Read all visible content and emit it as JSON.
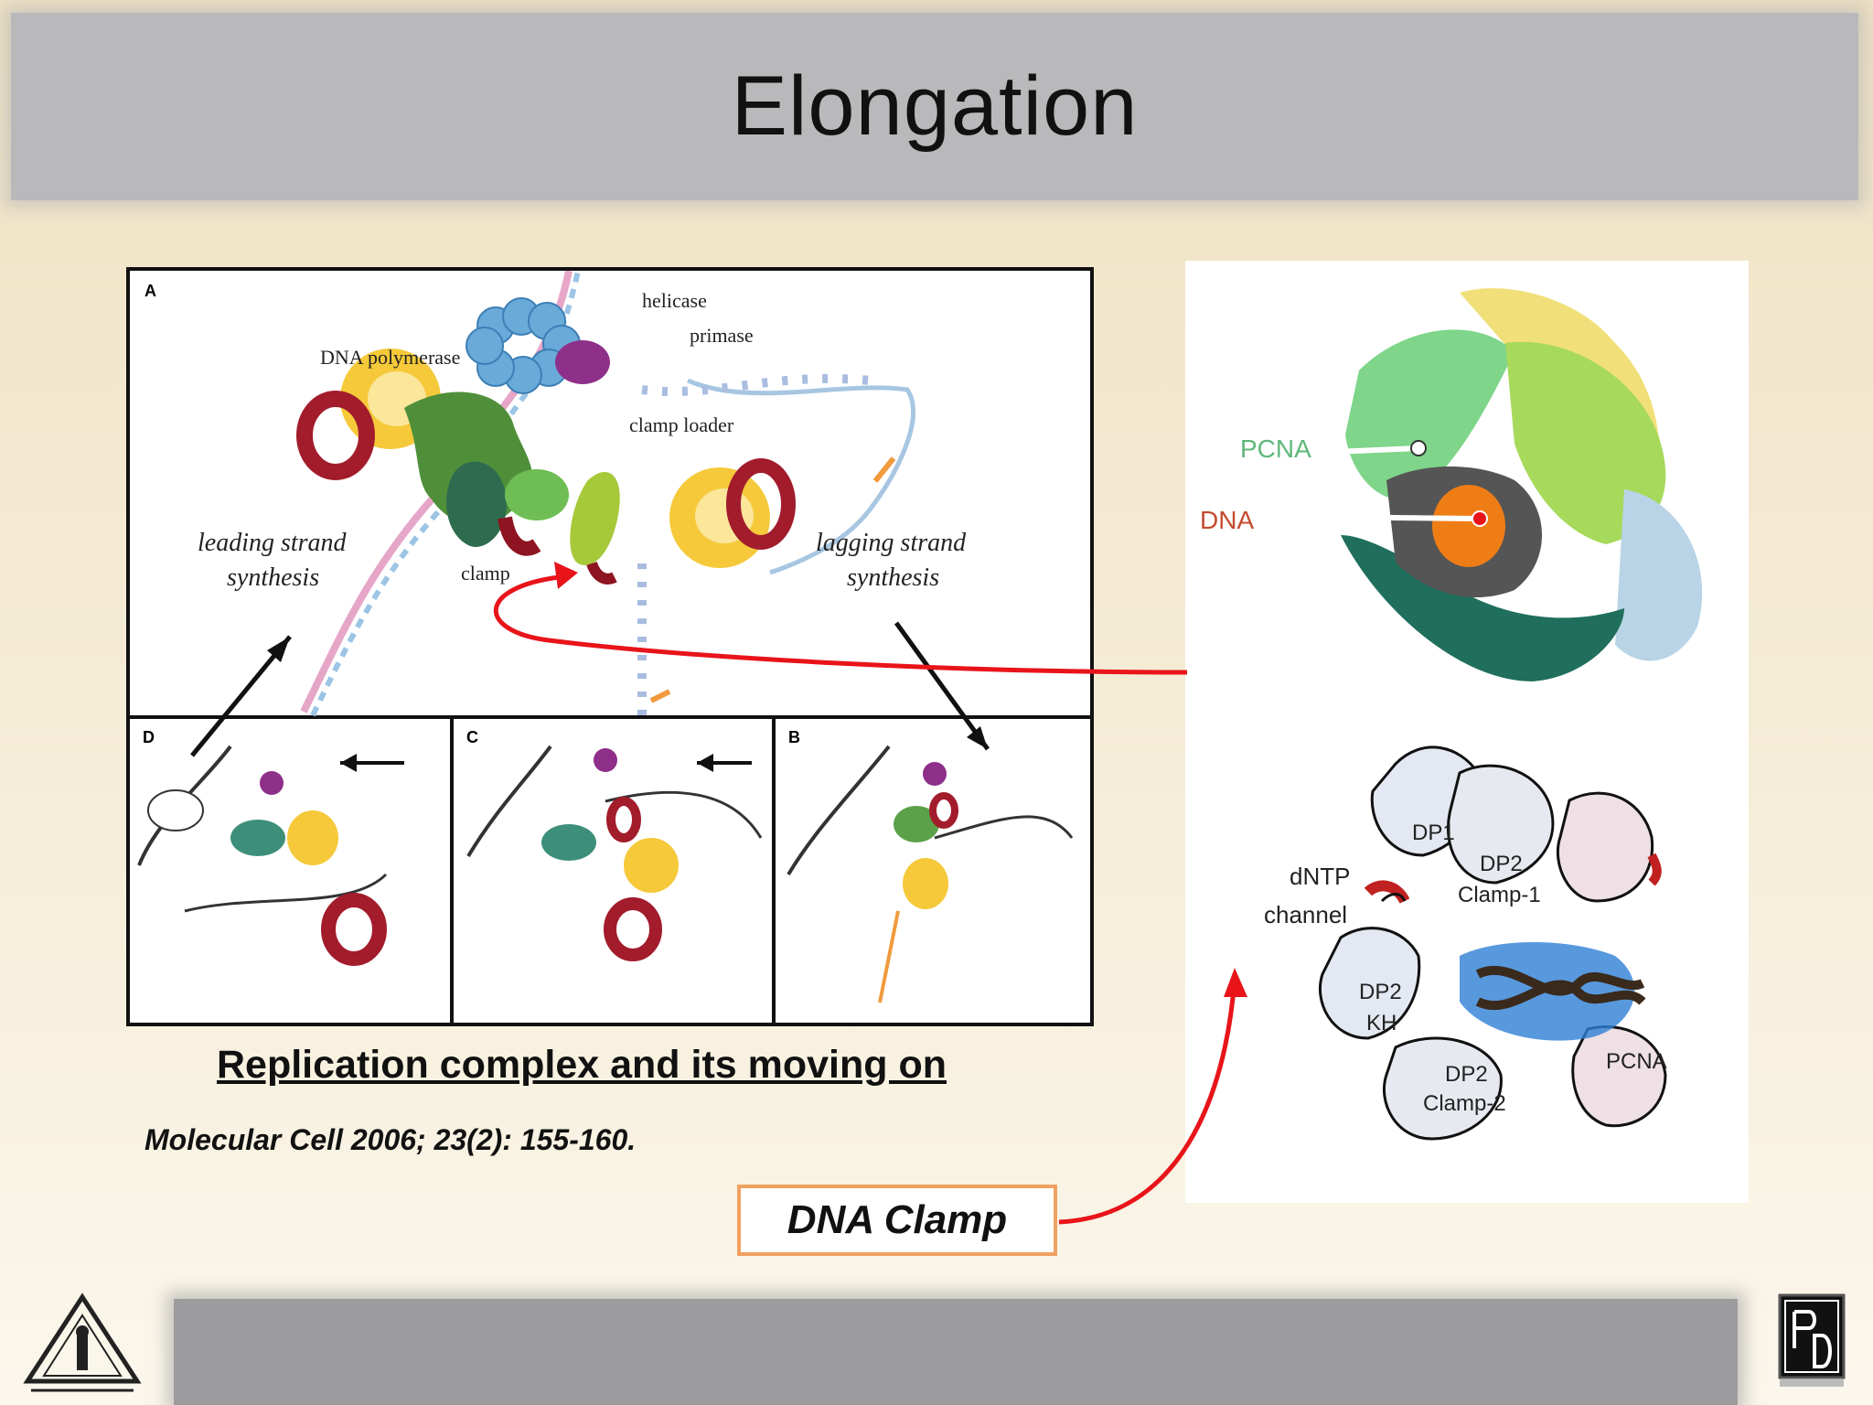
{
  "slide": {
    "title": "Elongation",
    "caption": "Replication complex and its moving on",
    "citation": "Molecular Cell 2006; 23(2): 155-160.",
    "callout": "DNA Clamp"
  },
  "figure_left": {
    "panel_a_letter": "A",
    "panel_b_letter": "B",
    "panel_c_letter": "C",
    "panel_d_letter": "D",
    "labels": {
      "helicase": "helicase",
      "primase": "primase",
      "dna_polymerase": "DNA polymerase",
      "clamp_loader": "clamp loader",
      "clamp": "clamp",
      "leading_1": "leading strand",
      "leading_2": "synthesis",
      "lagging_1": "lagging strand",
      "lagging_2": "synthesis"
    }
  },
  "figure_right": {
    "labels": {
      "pcna_top": "PCNA",
      "dna": "DNA",
      "dp1": "DP1",
      "dp2_clamp1_a": "DP2",
      "dp2_clamp1_b": "Clamp-1",
      "dntp_a": "dNTP",
      "dntp_b": "channel",
      "dp2_kh_a": "DP2",
      "dp2_kh_b": "KH",
      "dp2_clamp2_a": "DP2",
      "dp2_clamp2_b": "Clamp-2",
      "pcna_bottom": "PCNA"
    }
  },
  "logos": {
    "left_logo": "institute-emblem-logo",
    "right_logo": "pd-monogram-logo"
  },
  "colors": {
    "arrow_red": "#e8141a",
    "title_band": "#b9b9bb",
    "callout_border": "#f0a060"
  }
}
